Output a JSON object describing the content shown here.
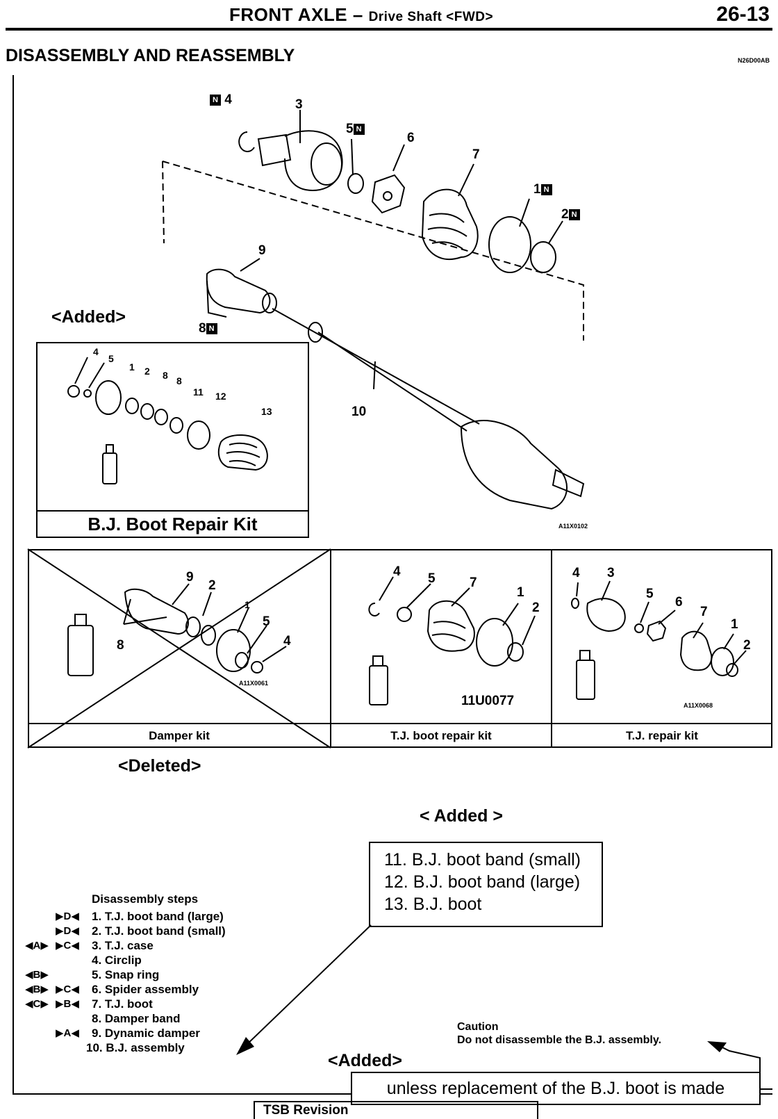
{
  "header": {
    "title_main": "FRONT AXLE",
    "title_dash": " – ",
    "title_sub": "Drive Shaft <FWD>",
    "page_number": "26-13"
  },
  "section": {
    "title": "DISASSEMBLY AND REASSEMBLY",
    "code": "N26D00AB"
  },
  "main_figure": {
    "part_numbers": [
      "4",
      "3",
      "5",
      "6",
      "7",
      "1",
      "2",
      "9",
      "8",
      "10"
    ],
    "figure_code": "A11X0102"
  },
  "added_labels": {
    "bj_kit": "<Added>",
    "steps_box": "< Added >",
    "caution": "<Added>"
  },
  "bj_kit": {
    "caption": "B.J. Boot Repair Kit",
    "part_numbers": [
      "4",
      "5",
      "1",
      "2",
      "8",
      "8",
      "11",
      "12",
      "13"
    ]
  },
  "kits": [
    {
      "caption": "Damper kit",
      "code": "A11X0061",
      "part_numbers": [
        "9",
        "2",
        "1",
        "5",
        "4",
        "8"
      ]
    },
    {
      "caption": "T.J. boot repair kit",
      "code": "11U0077",
      "part_numbers": [
        "4",
        "5",
        "7",
        "1",
        "2"
      ]
    },
    {
      "caption": "T.J. repair kit",
      "code": "A11X0068",
      "part_numbers": [
        "4",
        "3",
        "5",
        "6",
        "7",
        "1",
        "2"
      ]
    }
  ],
  "deleted_label": "<Deleted>",
  "added_steps": [
    "11. B.J. boot band (small)",
    "12. B.J. boot band (large)",
    "13. B.J. boot"
  ],
  "disassembly": {
    "title": "Disassembly steps",
    "steps": [
      {
        "text": "1. T.J. boot band (large)",
        "mark_left": "",
        "mark_right": "▶D◀"
      },
      {
        "text": "2. T.J. boot band (small)",
        "mark_left": "",
        "mark_right": "▶D◀"
      },
      {
        "text": "3. T.J. case",
        "mark_left": "◀A▶",
        "mark_right": "▶C◀"
      },
      {
        "text": "4. Circlip",
        "mark_left": "",
        "mark_right": ""
      },
      {
        "text": "5. Snap ring",
        "mark_left": "◀B▶",
        "mark_right": ""
      },
      {
        "text": "6. Spider assembly",
        "mark_left": "◀B▶",
        "mark_right": "▶C◀"
      },
      {
        "text": "7. T.J. boot",
        "mark_left": "◀C▶",
        "mark_right": "▶B◀"
      },
      {
        "text": "8. Damper band",
        "mark_left": "",
        "mark_right": ""
      },
      {
        "text": "9. Dynamic damper",
        "mark_left": "",
        "mark_right": "▶A◀"
      },
      {
        "text": "10. B.J. assembly",
        "mark_left": "",
        "mark_right": ""
      }
    ]
  },
  "caution": {
    "title": "Caution",
    "text": "Do not disassemble the B.J. assembly."
  },
  "unless_text": "unless replacement of the B.J. boot is made",
  "footer": {
    "tsb": "TSB Revision"
  }
}
